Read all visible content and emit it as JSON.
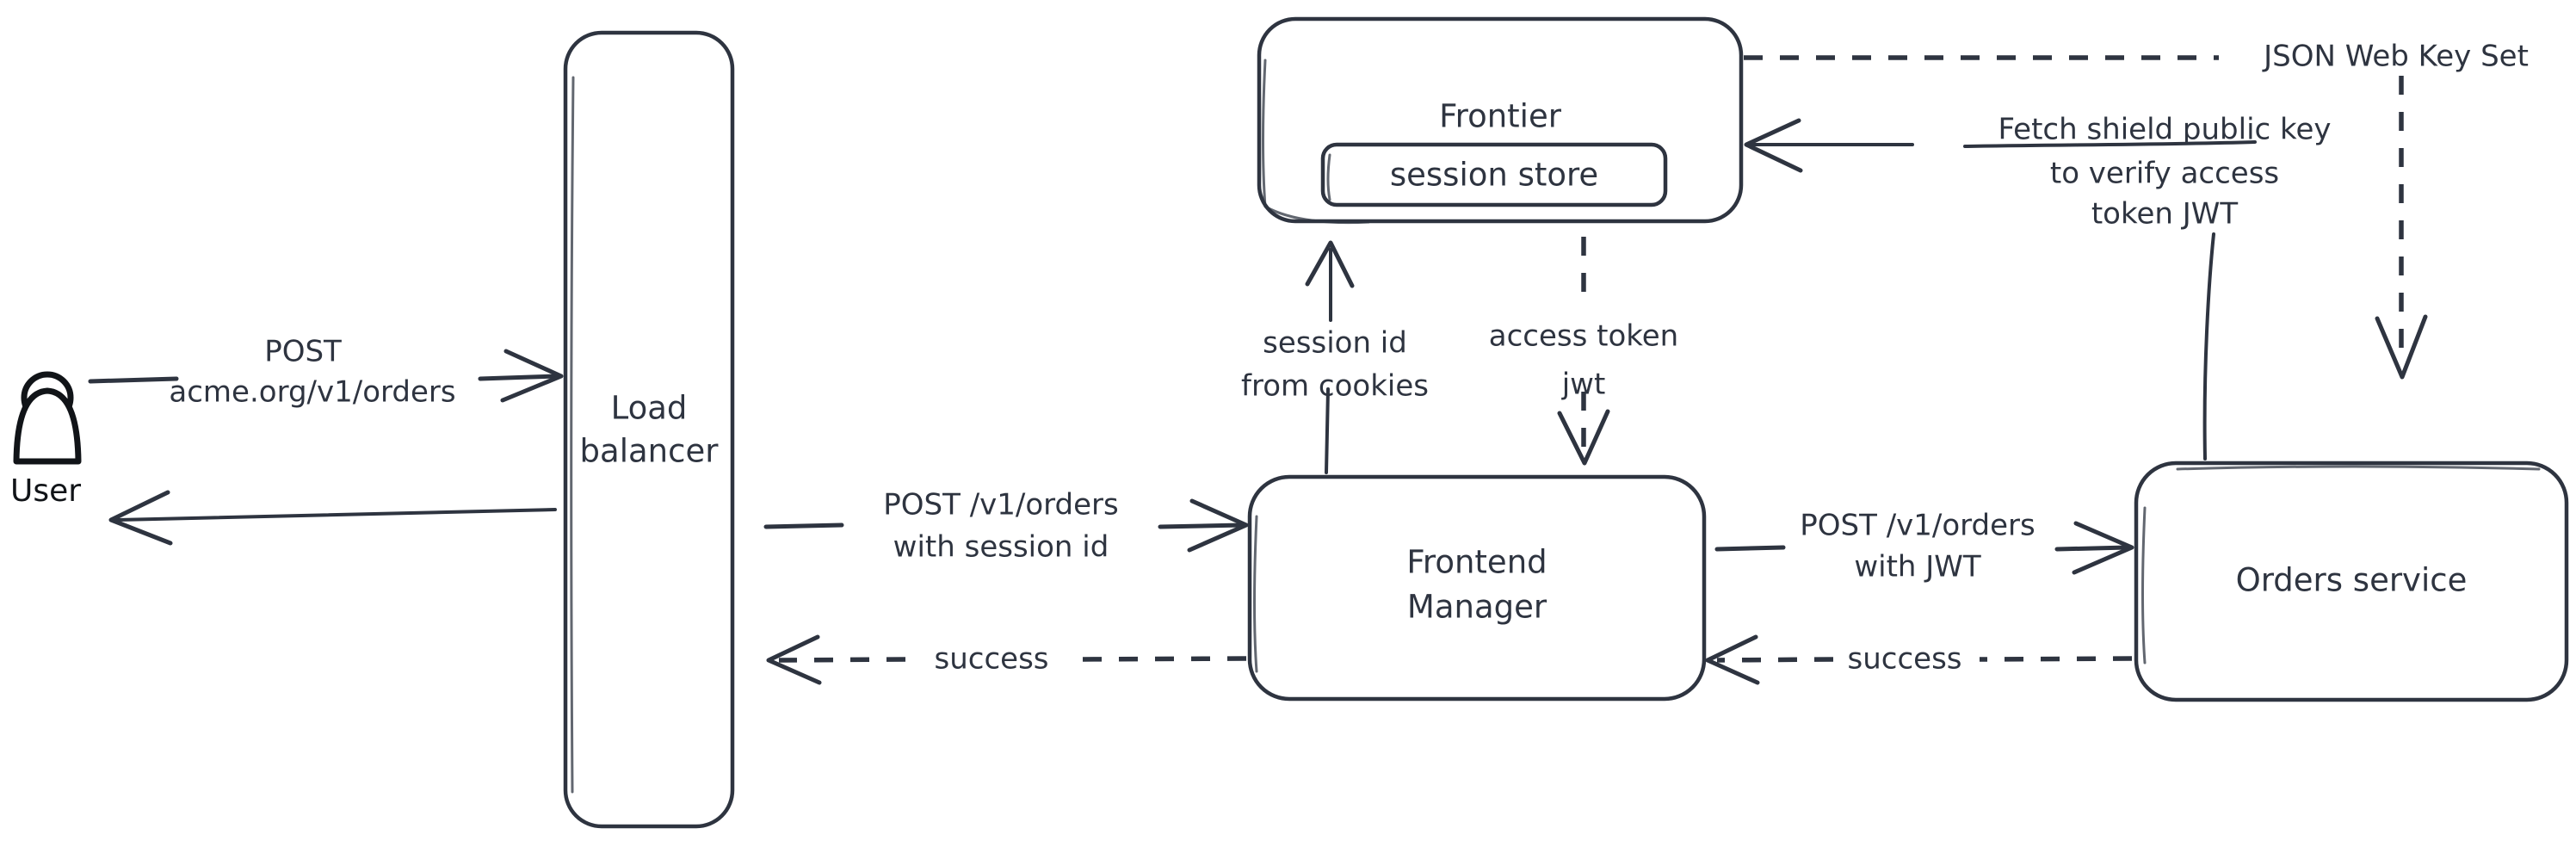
{
  "diagram": {
    "title_text": "",
    "colors": {
      "stroke": "#2e3440",
      "hatch": "#c5cdd8",
      "background": "#ffffff"
    },
    "nodes": {
      "user": {
        "label": "User"
      },
      "load_balancer": {
        "line1": "Load",
        "line2": "balancer"
      },
      "frontier": {
        "label": "Frontier",
        "session_store": "session store"
      },
      "frontend_manager": {
        "line1": "Frontend",
        "line2": "Manager"
      },
      "orders_service": {
        "label": "Orders service"
      }
    },
    "edges": {
      "user_to_lb": {
        "line1": "POST",
        "line2": "acme.org/v1/orders",
        "style": "solid",
        "direction": "right"
      },
      "lb_to_user": {
        "label": "",
        "style": "solid",
        "direction": "left"
      },
      "lb_to_fm": {
        "line1": "POST /v1/orders",
        "line2": "with session id",
        "style": "solid",
        "direction": "right"
      },
      "fm_to_lb": {
        "label": "success",
        "style": "dashed",
        "direction": "left"
      },
      "fm_to_orders": {
        "line1": "POST /v1/orders",
        "line2": "with JWT",
        "style": "solid",
        "direction": "right"
      },
      "orders_to_fm": {
        "label": "success",
        "style": "dashed",
        "direction": "left"
      },
      "fm_to_frontier": {
        "line1": "session id",
        "line2": "from cookies",
        "style": "solid",
        "direction": "up"
      },
      "frontier_to_fm": {
        "line1": "access token",
        "line2": "jwt",
        "style": "dashed",
        "direction": "down"
      },
      "orders_to_frontier": {
        "line1": "Fetch shield public key",
        "line2": "to verify access",
        "line3": "token JWT",
        "style": "solid",
        "direction": "left"
      },
      "frontier_to_orders_jwks": {
        "label": "JSON Web Key Set",
        "style": "dashed",
        "direction": "down"
      }
    }
  }
}
